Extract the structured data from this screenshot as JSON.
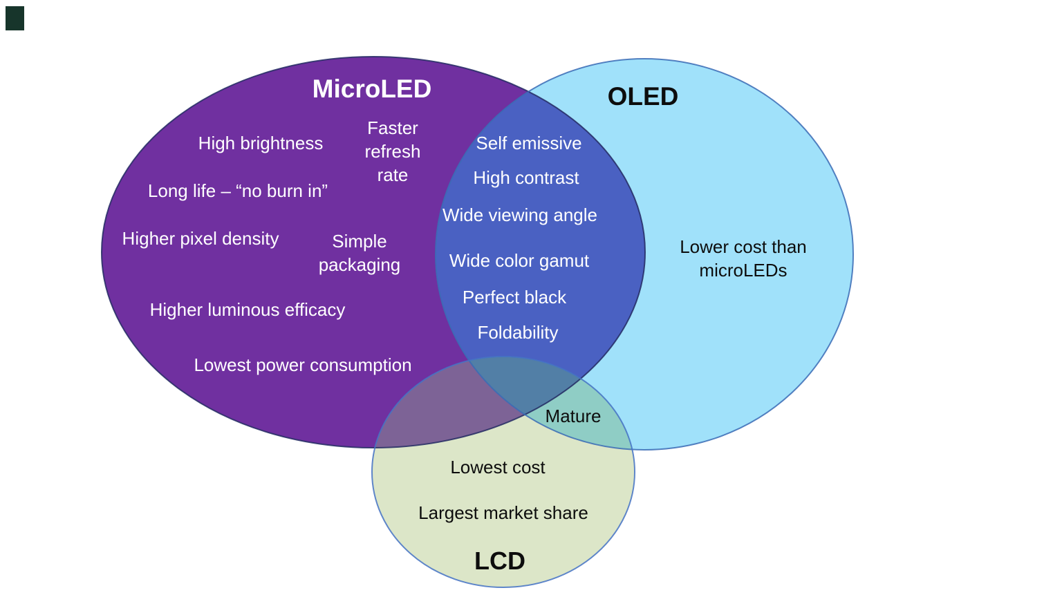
{
  "diagram": {
    "type": "venn",
    "sets": {
      "microled": {
        "title": "MicroLED",
        "items": [
          "High brightness",
          "Faster refresh rate",
          "Long life – “no burn in”",
          "Higher pixel density",
          "Simple packaging",
          "Higher luminous efficacy",
          "Lowest power consumption"
        ]
      },
      "oled": {
        "title": "OLED",
        "items": [
          "Lower cost than microLEDs"
        ]
      },
      "lcd": {
        "title": "LCD",
        "items": [
          "Lowest cost",
          "Largest market share"
        ]
      },
      "microled_oled": {
        "items": [
          "Self emissive",
          "High contrast",
          "Wide viewing angle",
          "Wide color gamut",
          "Perfect black",
          "Foldability"
        ]
      },
      "oled_lcd": {
        "items": [
          "Mature"
        ]
      }
    },
    "colors": {
      "microled_fill": "#7030A0",
      "oled_fill": "#A0E1FA",
      "lcd_fill": "#DCE6C8",
      "microled_oled_fill": "#4A61C2",
      "microled_lcd_fill": "#7D6396",
      "oled_lcd_fill": "#8FCDC5",
      "triple_fill": "#527FA6",
      "microled_stroke": "#232A63",
      "oled_stroke": "#3A6BB5",
      "lcd_stroke": "#4472C4",
      "text_light": "#FFFFFF",
      "text_dark": "#0D0D0D",
      "corner_marker": "#17352B"
    }
  }
}
